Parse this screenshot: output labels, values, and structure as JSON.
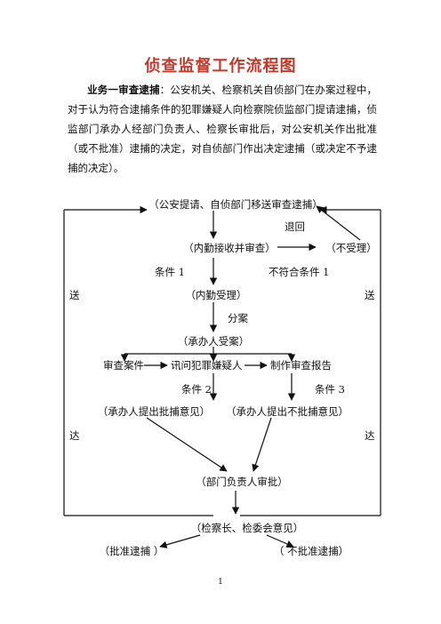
{
  "title": "侦查监督工作流程图",
  "intro": {
    "lead": "业务一审查逮捕",
    "text": "：公安机关、检察机关自侦部门在办案过程中，对于认为符合逮捕条件的犯罪嫌疑人向检察院侦监部门提请逮捕，侦监部门承办人经部门负责人、检察长审批后，对公安机关作出批准（或不批准）逮捕的决定，对自侦部门作出决定逮捕（或决定不予逮捕的决定）。"
  },
  "flow": {
    "start": "（公安提请、自侦部门移送审查逮捕）",
    "return_label": "退回",
    "receive": "（内勤接收并审查）",
    "reject": "（不受理）",
    "cond1": "条件 1",
    "not_cond1": "不符合条件 1",
    "accept": "（内勤受理）",
    "assign_label": "分案",
    "handler": "（承办人受案）",
    "review": "审查案件",
    "interrogate": "讯问犯罪嫌疑人",
    "report": "制作审查报告",
    "cond2": "条件 2",
    "cond3": "条件 3",
    "approve_opinion": "（承办人提出批捕意见）",
    "deny_opinion": "（承办人提出不批捕意见）",
    "dept_review": "（部门负责人审批）",
    "chief_opinion": "（检察长、检委会意见）",
    "approve": "（批准逮捕 ）",
    "deny": "（ 不批准逮捕）",
    "send_left_1": "送",
    "send_left_2": "达",
    "send_right_1": "送",
    "send_right_2": "达"
  },
  "page_number": "1"
}
